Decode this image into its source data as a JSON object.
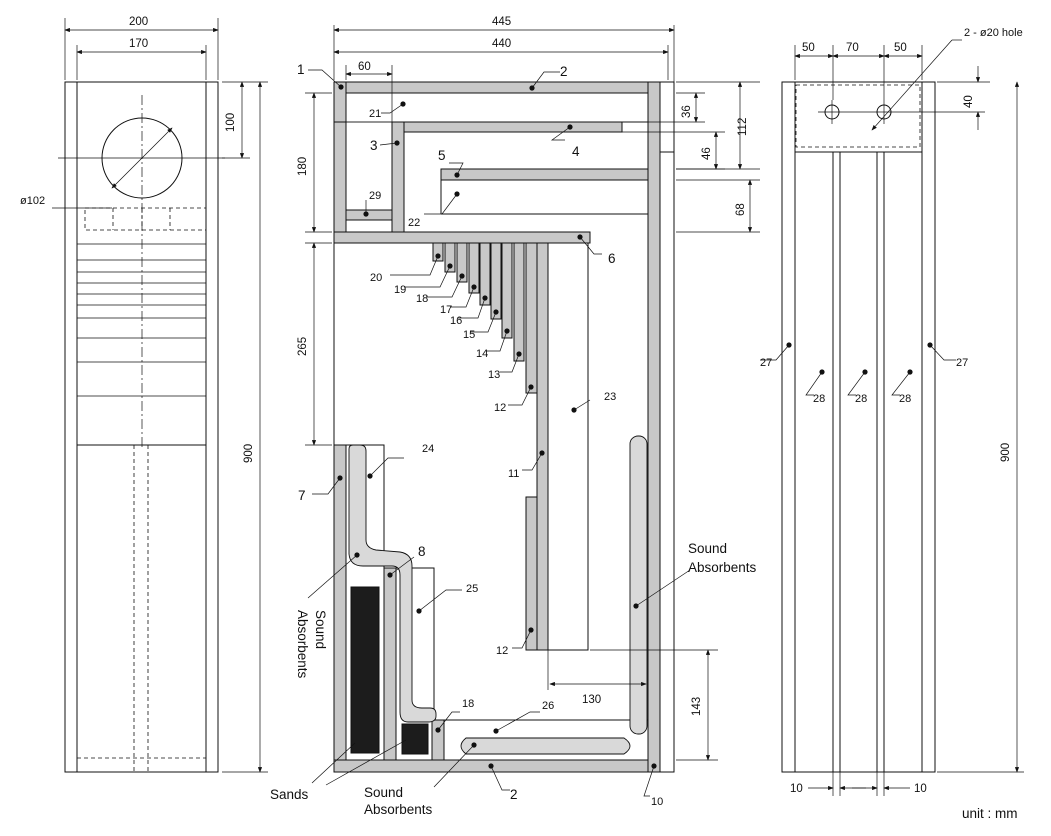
{
  "front_view": {
    "dim_outer_width": "200",
    "dim_inner_width": "170",
    "dim_driver_offset": "100",
    "dim_height": "900",
    "driver_diameter": "ø102"
  },
  "section_view": {
    "dim_overall_width": "445",
    "dim_inner_width": "440",
    "dim_60": "60",
    "dim_180": "180",
    "dim_265": "265",
    "dim_36": "36",
    "dim_46": "46",
    "dim_112": "112",
    "dim_68": "68",
    "dim_130": "130",
    "dim_143": "143",
    "part_labels": [
      "1",
      "2",
      "21",
      "3",
      "4",
      "5",
      "29",
      "22",
      "6",
      "20",
      "19",
      "18",
      "17",
      "16",
      "15",
      "14",
      "13",
      "12",
      "23",
      "11",
      "7",
      "24",
      "8",
      "25",
      "12",
      "18",
      "26",
      "2",
      "10"
    ],
    "sound_absorbents": "Sound\nAbsorbents",
    "sound_label_1": "Sound",
    "sound_label_2": "Absorbents",
    "sands": "Sands"
  },
  "side_view": {
    "holes_label": "2 - ø20 hole",
    "dim_50_left": "50",
    "dim_70": "70",
    "dim_50_right": "50",
    "dim_40": "40",
    "dim_900": "900",
    "dim_10_left": "10",
    "dim_10_right": "10",
    "label_27_left": "27",
    "label_27_right": "27",
    "label_28_a": "28",
    "label_28_b": "28",
    "label_28_c": "28"
  },
  "unit_label": "unit : mm"
}
